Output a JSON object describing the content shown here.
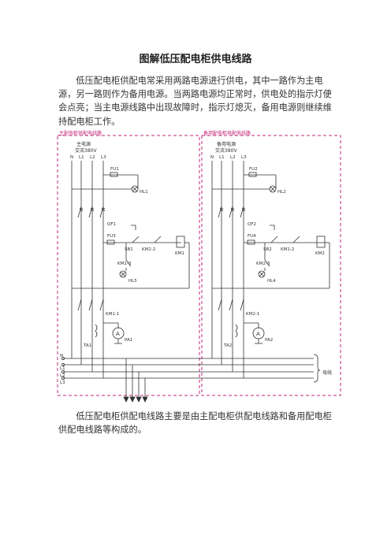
{
  "doc": {
    "title": "图解低压配电柜供电线路",
    "para1": "低压配电柜供配电常采用两路电源进行供电，其中一路作为主电源，另一路则作为备用电源。当两路电源均正常时，供电处的指示灯便会点亮；当主电源线路中出现故障时，指示灯熄灭，备用电源则继续维持配电柜工作。",
    "para2": "低压配电柜供配电线路主要是由主配电柜供配电线路和备用配电柜供配电线路等构成的。"
  },
  "diagram": {
    "main_box_label": "主配电柜供配电线路",
    "backup_box_label": "备用配电柜供配电线路",
    "main_source": "主电源",
    "main_source_spec": "交流380V",
    "backup_source": "备用电源",
    "backup_source_spec": "交流380V",
    "phases": [
      "N",
      "L1",
      "L2",
      "L3"
    ],
    "main": {
      "fuse1": "FU1",
      "lamp1": "HL1",
      "qf": "QF1",
      "fuse3": "FU3",
      "sb": "SB1",
      "interlock": "KM2-2",
      "coil": "KM1",
      "aux_contact": "KM1-3",
      "lamp3": "HL5",
      "main_contact": "KM1-1",
      "ct": "TA1",
      "ammeter": "PA1",
      "meter_symbol": "A"
    },
    "backup": {
      "fuse2": "FU2",
      "lamp2": "HL2",
      "qf": "QF2",
      "fuse4": "FU4",
      "sb": "SB2",
      "interlock": "KM1-2",
      "coil": "KM2",
      "aux_contact": "KM2-3",
      "lamp4": "HL4",
      "main_contact": "KM2-1",
      "ct": "TA2",
      "ammeter": "PA2",
      "meter_symbol": "A"
    },
    "bus_labels": [
      "N",
      "L1",
      "L2",
      "L3"
    ],
    "bus_name": "母线",
    "colors": {
      "box": "#c0287a",
      "line": "#333333",
      "label": "#c0287a"
    }
  }
}
